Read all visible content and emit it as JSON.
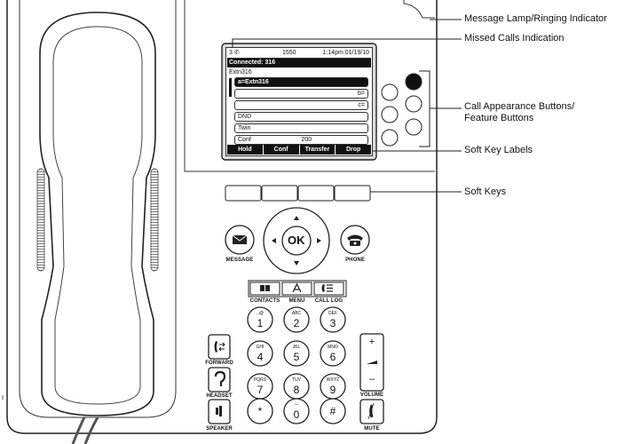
{
  "screen": {
    "status_left": "3 ✆",
    "status_ext": "1550",
    "status_time": "1:14pm 01/19/10",
    "connected": "Connected: 316",
    "extension": "Extn316",
    "lines": [
      {
        "left": "a=Extn316",
        "right": "",
        "selected": true
      },
      {
        "left": "",
        "right": "b=",
        "selected": false
      },
      {
        "left": "",
        "right": "c=",
        "selected": false
      },
      {
        "left": "DND",
        "right": "",
        "selected": false
      },
      {
        "left": "Twin",
        "right": "",
        "selected": false
      },
      {
        "left": "Conf",
        "mid": "200",
        "right": "",
        "selected": false
      }
    ],
    "softkeys": [
      "Hold",
      "Conf",
      "Transfer",
      "Drop"
    ]
  },
  "callouts": {
    "lamp": "Message Lamp/Ringing Indicator",
    "missed": "Missed Calls Indication",
    "appearance_1": "Call Appearance Buttons/",
    "appearance_2": "Feature Buttons",
    "softkey_labels": "Soft Key Labels",
    "soft_keys": "Soft Keys"
  },
  "nav": {
    "ok": "OK",
    "message": "MESSAGE",
    "phone": "PHONE"
  },
  "function_keys": {
    "contacts": "CONTACTS",
    "menu": "MENU",
    "call_log": "CALL LOG"
  },
  "side_keys": {
    "forward": "FORWARD",
    "headset": "HEADSET",
    "speaker": "SPEAKER",
    "volume": "VOLUME",
    "mute": "MUTE",
    "vol_plus": "+",
    "vol_minus": "–"
  },
  "keypad": [
    {
      "digit": "1",
      "letters": "..@"
    },
    {
      "digit": "2",
      "letters": "ABC"
    },
    {
      "digit": "3",
      "letters": "DEF"
    },
    {
      "digit": "4",
      "letters": "GHI"
    },
    {
      "digit": "5",
      "letters": "JKL"
    },
    {
      "digit": "6",
      "letters": "MNO"
    },
    {
      "digit": "7",
      "letters": "PQRS"
    },
    {
      "digit": "8",
      "letters": "TUV"
    },
    {
      "digit": "9",
      "letters": "WXYZ"
    },
    {
      "digit": "*",
      "letters": ""
    },
    {
      "digit": "0",
      "letters": "—"
    },
    {
      "digit": "#",
      "letters": ""
    }
  ]
}
